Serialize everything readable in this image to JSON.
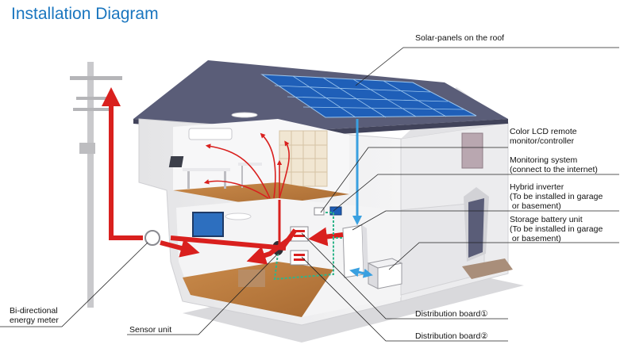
{
  "title": "Installation Diagram",
  "labels": {
    "solar": "Solar-panels on the roof",
    "lcd_1": "Color LCD remote",
    "lcd_2": "monitor/controller",
    "monitoring_1": "Monitoring system",
    "monitoring_2": "(connect to the internet)",
    "inverter_1": "Hybrid inverter",
    "inverter_2": "(To be installed in garage",
    "inverter_3": " or basement)",
    "battery_1": "Storage battery unit",
    "battery_2": "(To be installed in garage",
    "battery_3": " or basement)",
    "meter_1": "Bi-directional",
    "meter_2": "energy meter",
    "sensor": "Sensor unit",
    "dist1": "Distribution board①",
    "dist2": "Distribution board②"
  },
  "colors": {
    "title": "#1a76bf",
    "power_flow": "#d9201e",
    "solar_flow": "#3aa0e0",
    "signal_line": "#2fb58a",
    "roof": "#5a5d78",
    "panel": "#1f5fb8"
  }
}
